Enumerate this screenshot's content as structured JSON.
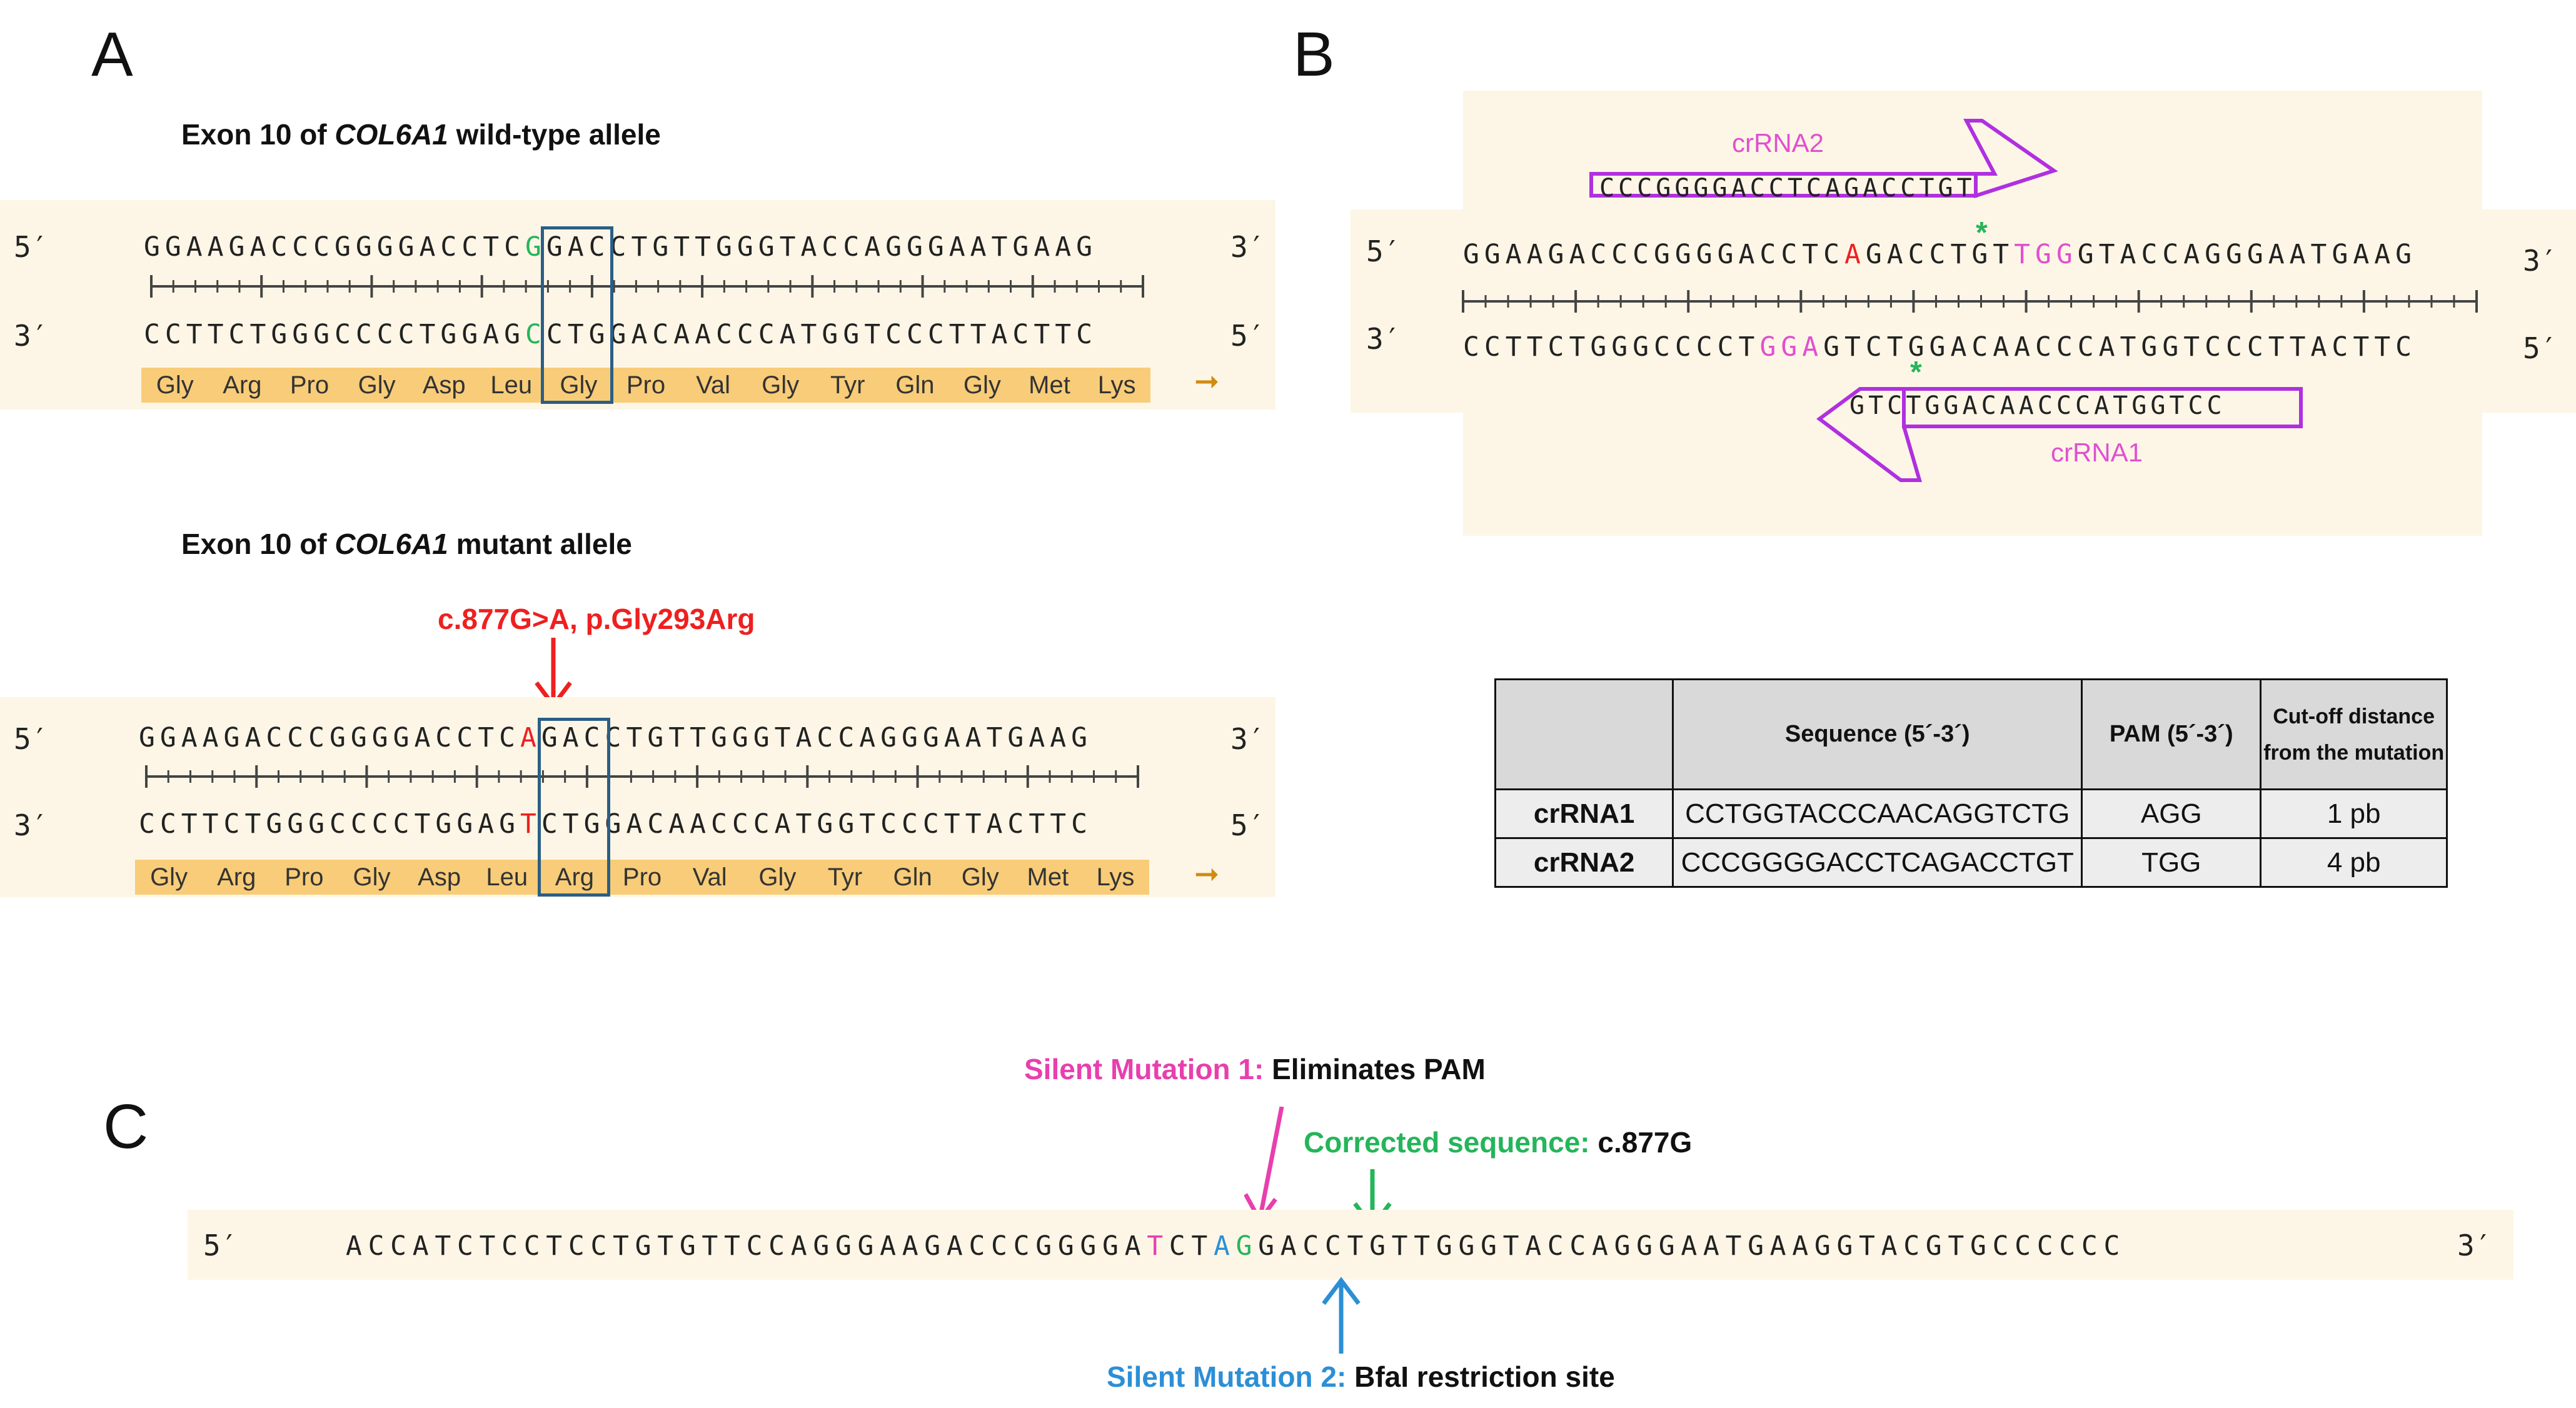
{
  "panels": {
    "a": "A",
    "b": "B",
    "c": "C"
  },
  "panel_a": {
    "wild_title": {
      "prefix": "Exon 10 of ",
      "gene": "COL6A1",
      "suffix": " wild-type allele"
    },
    "mutant_title": {
      "prefix": "Exon 10 of ",
      "gene": "COL6A1",
      "suffix": " mutant allele"
    },
    "five_prime": "5′",
    "three_prime": "3′",
    "wild": {
      "top_left": "GGAAGACCCGGGGACCTC",
      "top_mid": "G",
      "top_right": "GACCTGTTGGGTACCAGGGAATGAAG",
      "bottom_left": "CCTTCTGGGCCCCTGGAG",
      "bottom_mid": "C",
      "bottom_right": "CTGGACAACCCATGGTCCCTTACTTC"
    },
    "mutant": {
      "top_left": "GGAAGACCCGGGGACCTC",
      "top_mid": "A",
      "top_right": "GACCTGTTGGGTACCAGGGAATGAAG",
      "bottom_left": "CCTTCTGGGCCCCTGGAG",
      "bottom_mid": "T",
      "bottom_right": "CTGGACAACCCATGGTCCCTTACTTC"
    },
    "aa_wild": [
      "Gly",
      "Arg",
      "Pro",
      "Gly",
      "Asp",
      "Leu",
      "Gly",
      "Pro",
      "Val",
      "Gly",
      "Tyr",
      "Gln",
      "Gly",
      "Met",
      "Lys"
    ],
    "aa_mutant": [
      "Gly",
      "Arg",
      "Pro",
      "Gly",
      "Asp",
      "Leu",
      "Arg",
      "Pro",
      "Val",
      "Gly",
      "Tyr",
      "Gln",
      "Gly",
      "Met",
      "Lys"
    ],
    "arrow_glyph": "➞",
    "mutation_label": "c.877G>A, p.Gly293Arg"
  },
  "panel_b": {
    "crrna2_label": "crRNA2",
    "crrna2_seq": "CCCGGGGACCTCAGACCTGT",
    "crrna1_label": "crRNA1",
    "crrna1_seq": "GTCTGGACAACCCATGGTCC",
    "five_prime": "5′",
    "three_prime": "3′",
    "top": {
      "p1": "GGAAGACCCGGGGACCTC",
      "p2": "A",
      "p3": "GACCTGT",
      "p4": "TGG",
      "p5": "GTACCAGGGAATGAAG"
    },
    "bottom": {
      "p1": "CCTTCTGGGCCCCT",
      "p2": "GGA",
      "p3": "GTCTGGACAACCCATGGTCCCTTACTTC"
    },
    "star": "*",
    "table": {
      "headers": [
        "",
        "Sequence (5´-3´)",
        "PAM (5´-3´)",
        "Cut-off distance from the mutation"
      ],
      "rows": [
        {
          "name": "crRNA1",
          "sequence": "CCTGGTACCCAACAGGTCTG",
          "pam": "AGG",
          "distance": "1 pb"
        },
        {
          "name": "crRNA2",
          "sequence": "CCCGGGGACCTCAGACCTGT",
          "pam": "TGG",
          "distance": "4 pb"
        }
      ]
    }
  },
  "panel_c": {
    "five_prime": "5′",
    "three_prime": "3′",
    "seq": {
      "p1": "ACCATCTCCTCCTGTGTTCCAGGGAAGACCCGGGGA",
      "p2": "T",
      "p3": "CT",
      "p4": "A",
      "p5": "G",
      "p6": "GACCTGTTGGGTACCAGGGAATGAAGGTACGTGCCCCCC"
    },
    "silent1": {
      "label": "Silent Mutation 1:",
      "text": " Eliminates PAM"
    },
    "corrected": {
      "label": "Corrected sequence:",
      "text": " c.877G"
    },
    "silent2": {
      "label": "Silent Mutation 2:",
      "text": " BfaI restriction site"
    }
  },
  "colors": {
    "red": "#ee2020",
    "green": "#25b55a",
    "pink": "#e83fae",
    "magenta": "#b030e0",
    "blue": "#2c8fd6",
    "box": "#2a5f86",
    "band": "#f8cc78",
    "bg": "#fdf6e6"
  }
}
